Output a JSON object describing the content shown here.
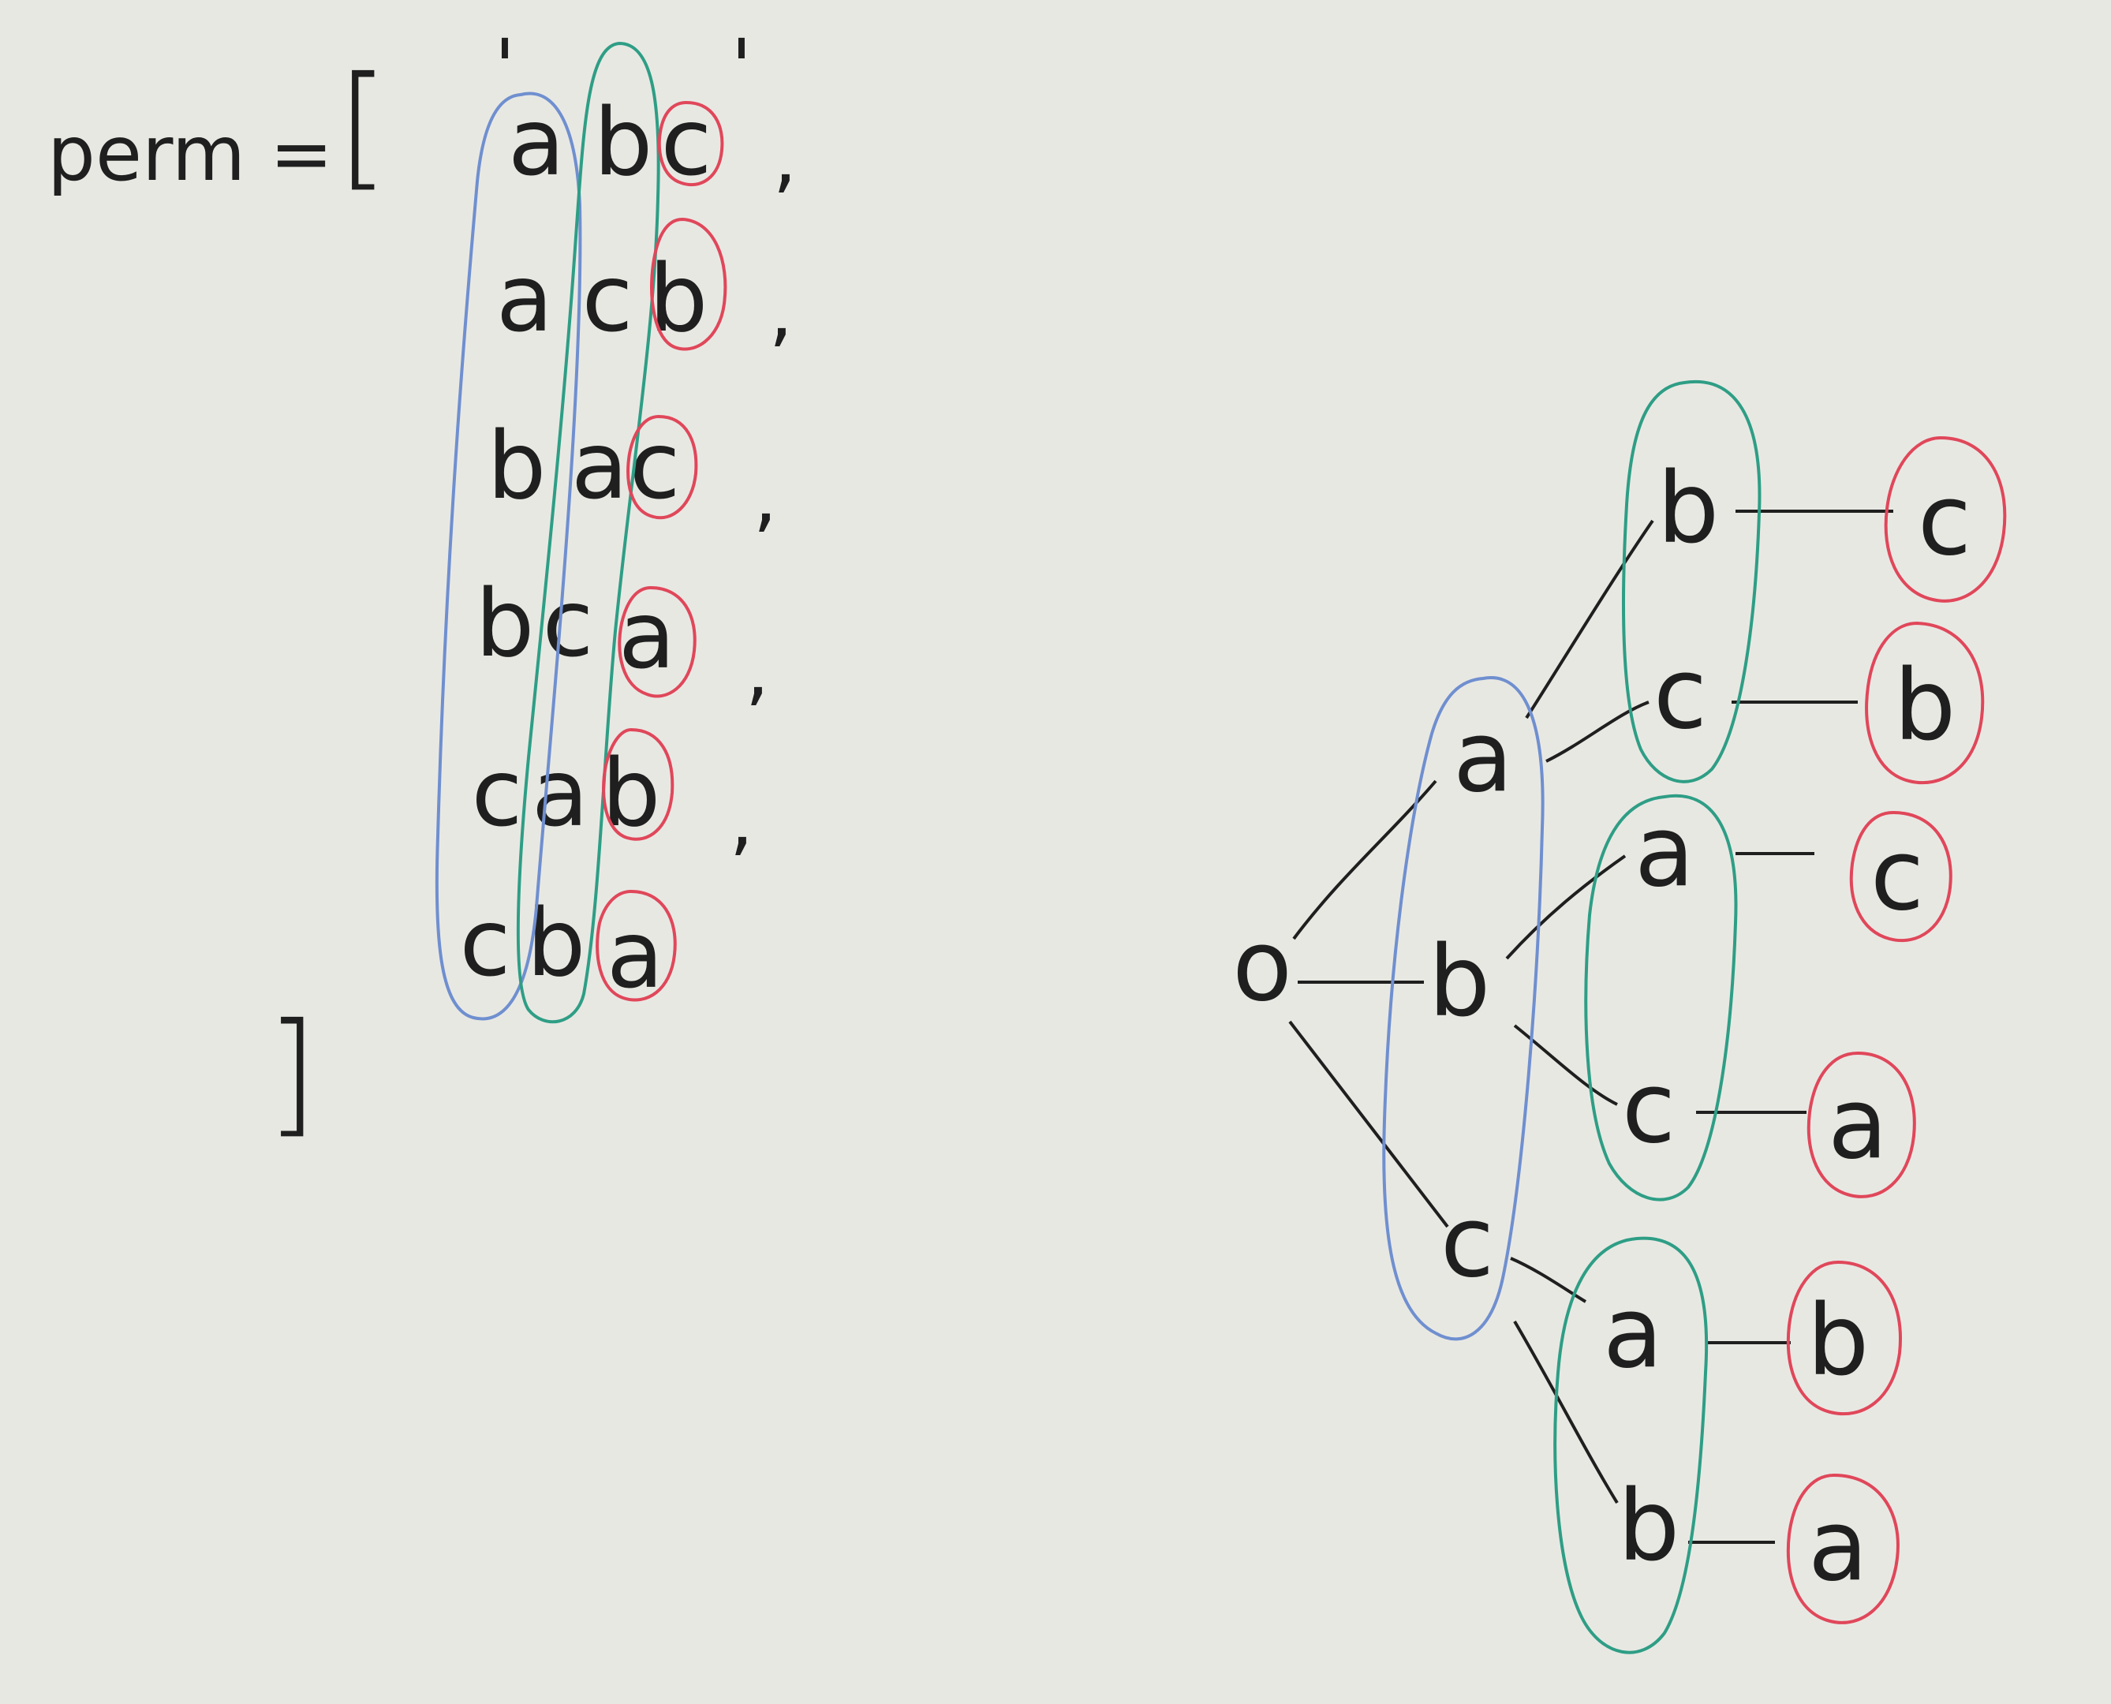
{
  "whiteboard": {
    "left": {
      "title": "perm =",
      "open_bracket": "[",
      "close_bracket": "]",
      "quote": "'",
      "comma": ",",
      "permutations": [
        [
          "a",
          "b",
          "c"
        ],
        [
          "a",
          "c",
          "b"
        ],
        [
          "b",
          "a",
          "c"
        ],
        [
          "b",
          "c",
          "a"
        ],
        [
          "c",
          "a",
          "b"
        ],
        [
          "c",
          "b",
          "a"
        ]
      ]
    },
    "tree": {
      "root": "o",
      "level1": [
        "a",
        "b",
        "c"
      ],
      "level2": [
        "b",
        "c",
        "a",
        "c",
        "a",
        "b"
      ],
      "level3": [
        "c",
        "b",
        "c",
        "a",
        "b",
        "a"
      ]
    },
    "colors": {
      "background": "#e7e6e1",
      "ink": "#1f1f1f",
      "blue_loop": "#6f8fcf",
      "green_loop": "#2e9e85",
      "red_loop": "#e0475a"
    }
  }
}
